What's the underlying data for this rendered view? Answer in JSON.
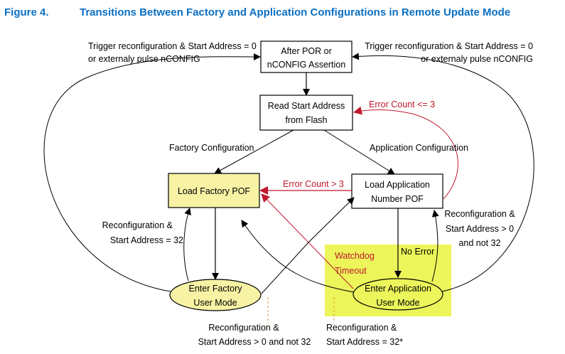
{
  "figure": {
    "number": "Figure 4.",
    "title": "Transitions Between Factory and Application Configurations in Remote Update Mode"
  },
  "colors": {
    "title_blue": "#0a6fc2",
    "factory_fill": "#f7f2a4",
    "highlight_fill": "#ecf55a",
    "error_red": "#c0182d",
    "dashed_orange": "#e8913a"
  },
  "nodes": {
    "after_por": {
      "line1": "After POR or",
      "line2": "nCONFIG Assertion"
    },
    "read_start": {
      "line1": "Read Start Address",
      "line2": "from Flash"
    },
    "load_factory": {
      "line1": "Load Factory POF"
    },
    "load_app": {
      "line1": "Load Application",
      "line2": "Number POF"
    },
    "enter_factory": {
      "line1": "Enter Factory",
      "line2": "User Mode"
    },
    "enter_app": {
      "line1": "Enter Application",
      "line2": "User Mode"
    }
  },
  "edges": {
    "trigger_left": {
      "line1": "Trigger reconfiguration & Start Address = 0",
      "line2": "or externaly pulse nCONFIG"
    },
    "trigger_right": {
      "line1": "Trigger reconfiguration & Start Address = 0",
      "line2": "or externaly pulse nCONFIG"
    },
    "error_le3": "Error Count <= 3",
    "factory_config": "Factory Configuration",
    "app_config": "Application Configuration",
    "error_gt3": "Error Count > 3",
    "reconf_32_left": {
      "line1": "Reconfiguration &",
      "line2": "Start Address = 32"
    },
    "reconf_gt0_right": {
      "line1": "Reconfiguration &",
      "line2": "Start Address > 0",
      "line3": "and not 32"
    },
    "no_error": "No Error",
    "watchdog": {
      "line1": "Watchdog",
      "line2": "Timeout"
    },
    "reconf_gt0_bottom": {
      "line1": "Reconfiguration &",
      "line2": "Start Address > 0 and not 32"
    },
    "reconf_32_bottom": {
      "line1": "Reconfiguration &",
      "line2": "Start Address = 32*"
    }
  }
}
